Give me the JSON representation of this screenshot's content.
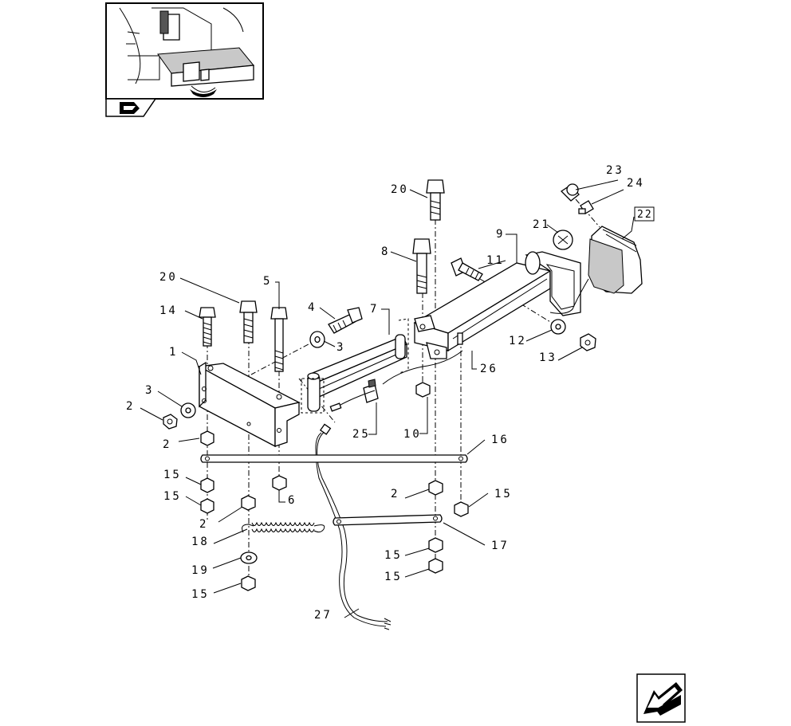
{
  "labels": {
    "p1": "1",
    "p2a": "2",
    "p2b": "2",
    "p2c": "2",
    "p2d": "2",
    "p3a": "3",
    "p3b": "3",
    "p4": "4",
    "p5": "5",
    "p6": "6",
    "p7": "7",
    "p8": "8",
    "p9": "9",
    "p10": "10",
    "p11": "11",
    "p12": "12",
    "p13": "13",
    "p14": "14",
    "p15a": "15",
    "p15b": "15",
    "p15c": "15",
    "p15d": "15",
    "p15e": "15",
    "p15f": "15",
    "p16": "16",
    "p17": "17",
    "p18": "18",
    "p19": "19",
    "p20a": "20",
    "p20b": "20",
    "p21": "21",
    "p22": "22",
    "p23": "23",
    "p24": "24",
    "p25": "25",
    "p26": "26",
    "p27": "27"
  },
  "icons": {
    "thumbnail": "machine-location-thumbnail",
    "thumbnail_tab": "book-arrow-icon",
    "nav": "back-arrow-icon"
  },
  "colors": {
    "ink": "#000000",
    "paper": "#ffffff"
  }
}
